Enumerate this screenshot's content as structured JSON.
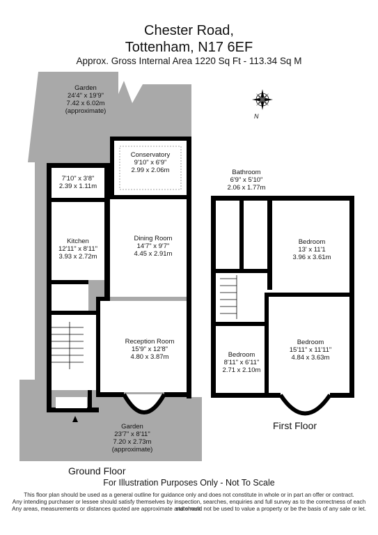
{
  "header": {
    "title_line1": "Chester Road,",
    "title_line2": "Tottenham, N17 6EF",
    "area": "Approx. Gross Internal Area   1220 Sq Ft  -  113.34 Sq M"
  },
  "compass": {
    "north": "N"
  },
  "ground_floor": {
    "label": "Ground Floor",
    "rooms": [
      {
        "id": "garden-rear",
        "lines": [
          "Garden",
          "24'4\" x 19'9\"",
          "7.42 x 6.02m",
          "(approximate)"
        ]
      },
      {
        "id": "conservatory",
        "lines": [
          "Conservatory",
          "9'10\" x 6'9\"",
          "2.99 x 2.06m"
        ]
      },
      {
        "id": "store",
        "lines": [
          "7'10\" x 3'8\"",
          "2.39 x 1.11m"
        ]
      },
      {
        "id": "kitchen",
        "lines": [
          "Kitchen",
          "12'11\" x 8'11\"",
          "3.93 x 2.72m"
        ]
      },
      {
        "id": "dining-room",
        "lines": [
          "Dining Room",
          "14'7\" x 9'7\"",
          "4.45 x 2.91m"
        ]
      },
      {
        "id": "reception-room",
        "lines": [
          "Reception Room",
          "15'9\" x 12'8\"",
          "4.80 x 3.87m"
        ]
      },
      {
        "id": "garden-front",
        "lines": [
          "Garden",
          "23'7\" x 8'11\"",
          "7.20 x 2.73m",
          "(approximate)"
        ]
      }
    ]
  },
  "first_floor": {
    "label": "First Floor",
    "rooms": [
      {
        "id": "bathroom",
        "lines": [
          "Bathroom",
          "6'9\" x 5'10\"",
          "2.06 x 1.77m"
        ]
      },
      {
        "id": "bedroom-rear",
        "lines": [
          "Bedroom",
          "13' x 11'1",
          "3.96 x 3.61m"
        ]
      },
      {
        "id": "bedroom-small",
        "lines": [
          "Bedroom",
          "8'11\" x 6'11\"",
          "2.71 x 2.10m"
        ]
      },
      {
        "id": "bedroom-front",
        "lines": [
          "Bedroom",
          "15'11\" x 11'11\"",
          "4.84 x 3.63m"
        ]
      }
    ]
  },
  "footer": {
    "disclaimer_main": "For Illustration Purposes Only - Not To Scale",
    "line1": "This floor plan should be used as a general outline for guidance only and does not constitute in whole or in part an offer or contract.",
    "line2": "Any intending purchaser or lessee should satisfy themselves by inspection, searches, enquiries and full survey as to the correctness of each statement.",
    "line3": "Any areas, measurements or distances quoted are approximate and should not be used to value a property or be the basis of any sale or let."
  }
}
